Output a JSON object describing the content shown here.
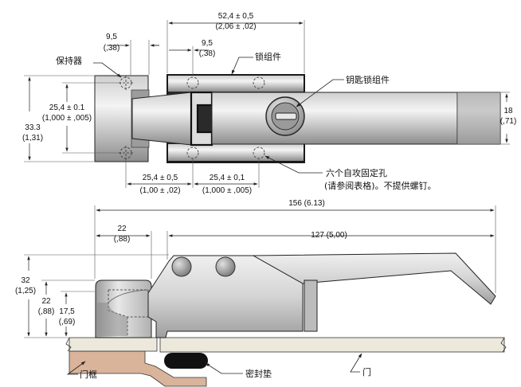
{
  "top_view": {
    "dims": {
      "overall_main": "52,4 ± 0,5",
      "overall_inch": "(2,06 ± ,02)",
      "keeper_w": "9,5",
      "keeper_w_in": "(,38)",
      "lock_w": "9,5",
      "lock_w_in": "(,38)",
      "keeper_hole": "25,4 ± 0.1",
      "keeper_hole_in": "(1,000 ± ,005)",
      "height": "33.3",
      "height_in": "(1,31)",
      "handle_h": "18",
      "handle_h_in": "(,71)",
      "bottom_a": "25,4 ± 0,5",
      "bottom_a_in": "(1,00 ± ,02)",
      "bottom_b": "25,4 ± 0,1",
      "bottom_b_in": "(1,000 ± ,005)"
    },
    "labels": {
      "keeper": "保持器",
      "lock_assembly": "锁组件",
      "key_lock_assembly": "钥匙锁组件",
      "holes_line1": "六个自攻固定孔",
      "holes_line2": "(请参阅表格)。不提供螺钉。"
    }
  },
  "side_view": {
    "dims": {
      "total": "156 (6.13)",
      "keeper_len": "22",
      "keeper_len_in": "(,88)",
      "handle_len": "127 (5,00)",
      "height": "32",
      "height_in": "(1,25)",
      "keeper_h": "22",
      "keeper_h_in": "(,88)",
      "lip_h": "17,5",
      "lip_h_in": "(,69)"
    },
    "labels": {
      "door_frame": "门框",
      "gasket": "密封垫",
      "door": "门"
    }
  },
  "colors": {
    "metal_light": "#e6e6e6",
    "metal_mid": "#b5b5b5",
    "metal_dark": "#6e6e6e",
    "panel": "#ece9dc",
    "frame": "#d9b49a",
    "gasket": "#111111"
  }
}
